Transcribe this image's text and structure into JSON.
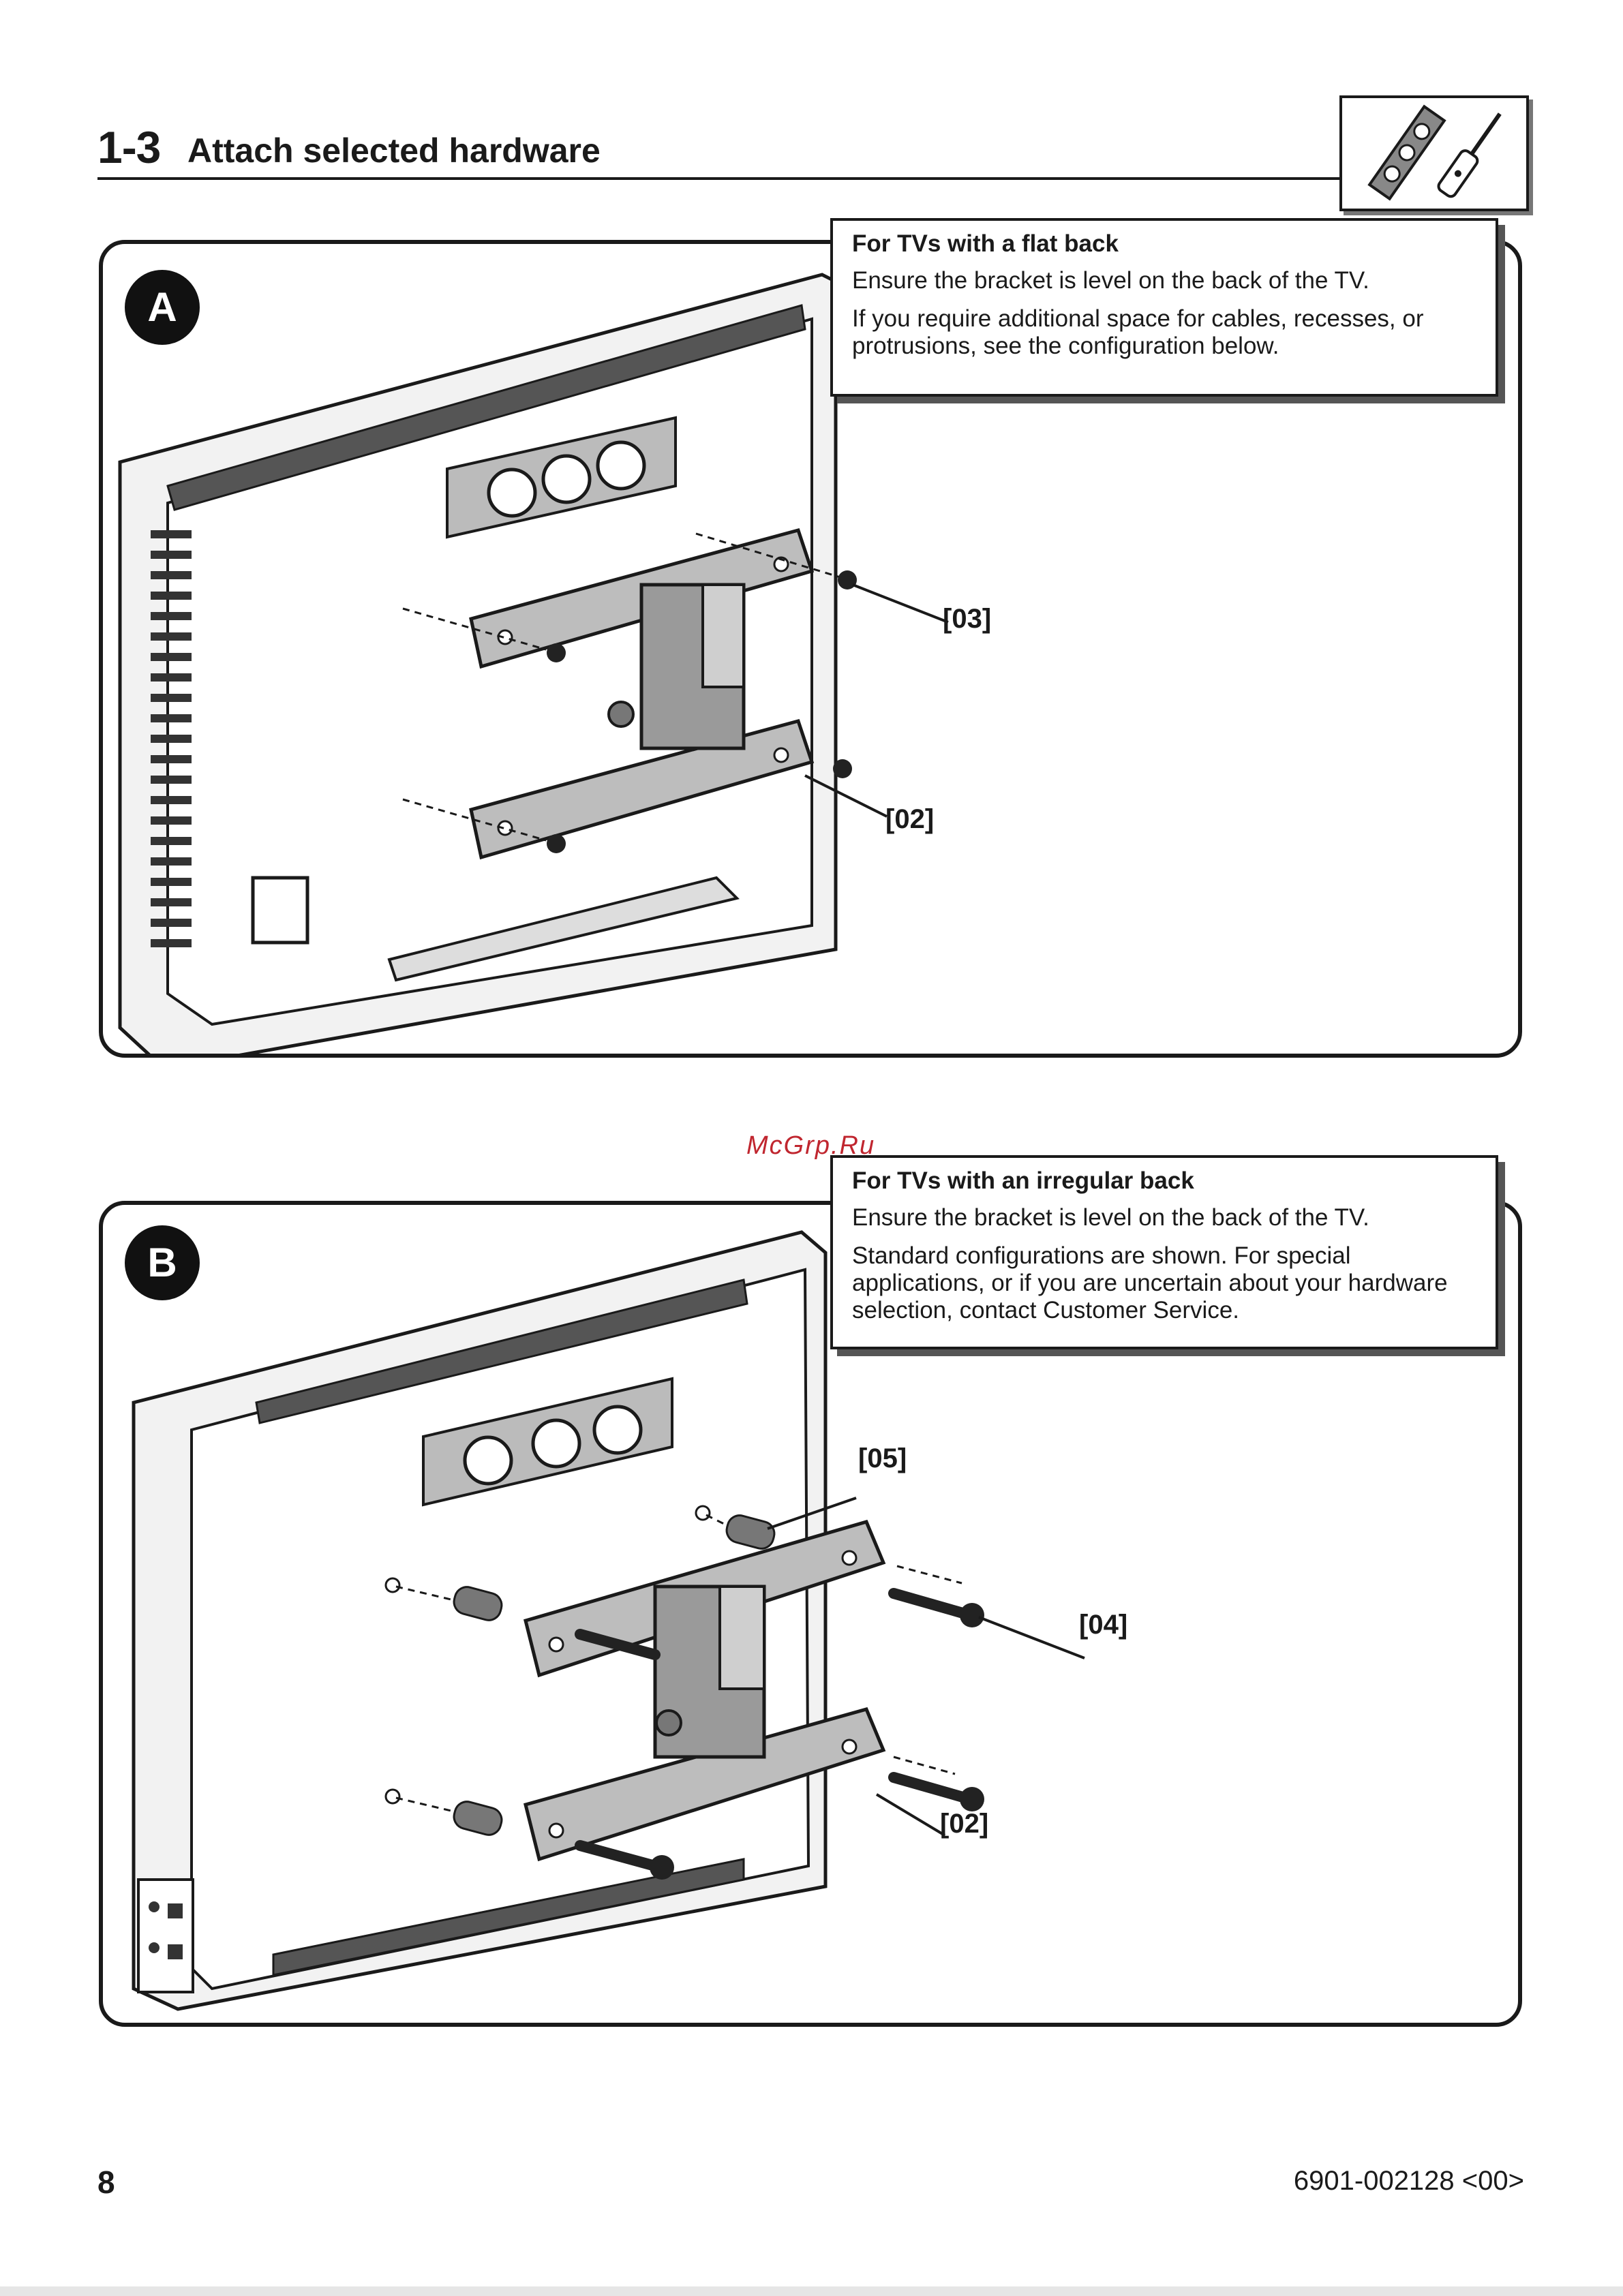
{
  "header": {
    "step_number": "1-3",
    "title": "Attach selected hardware"
  },
  "tools_icon": [
    "level-icon",
    "screwdriver-icon"
  ],
  "panel_a": {
    "badge": "A",
    "note": {
      "title": "For TVs with a flat back",
      "lines": [
        "Ensure the bracket is level on the back of the TV.",
        "If you require additional space for cables, recesses, or protrusions, see the configuration below."
      ]
    },
    "callouts": [
      "[03]",
      "[02]"
    ]
  },
  "panel_b": {
    "badge": "B",
    "note": {
      "title": "For TVs with an irregular back",
      "lines": [
        "Ensure the bracket is level on the back of the TV.",
        "Standard configurations are shown. For special applications, or if you are uncertain about your hardware selection, contact Customer Service."
      ]
    },
    "callouts": [
      "[05]",
      "[04]",
      "[02]"
    ]
  },
  "watermark": "McGrp.Ru",
  "footer": {
    "page_number": "8",
    "doc_code": "6901-002128 <00>"
  }
}
